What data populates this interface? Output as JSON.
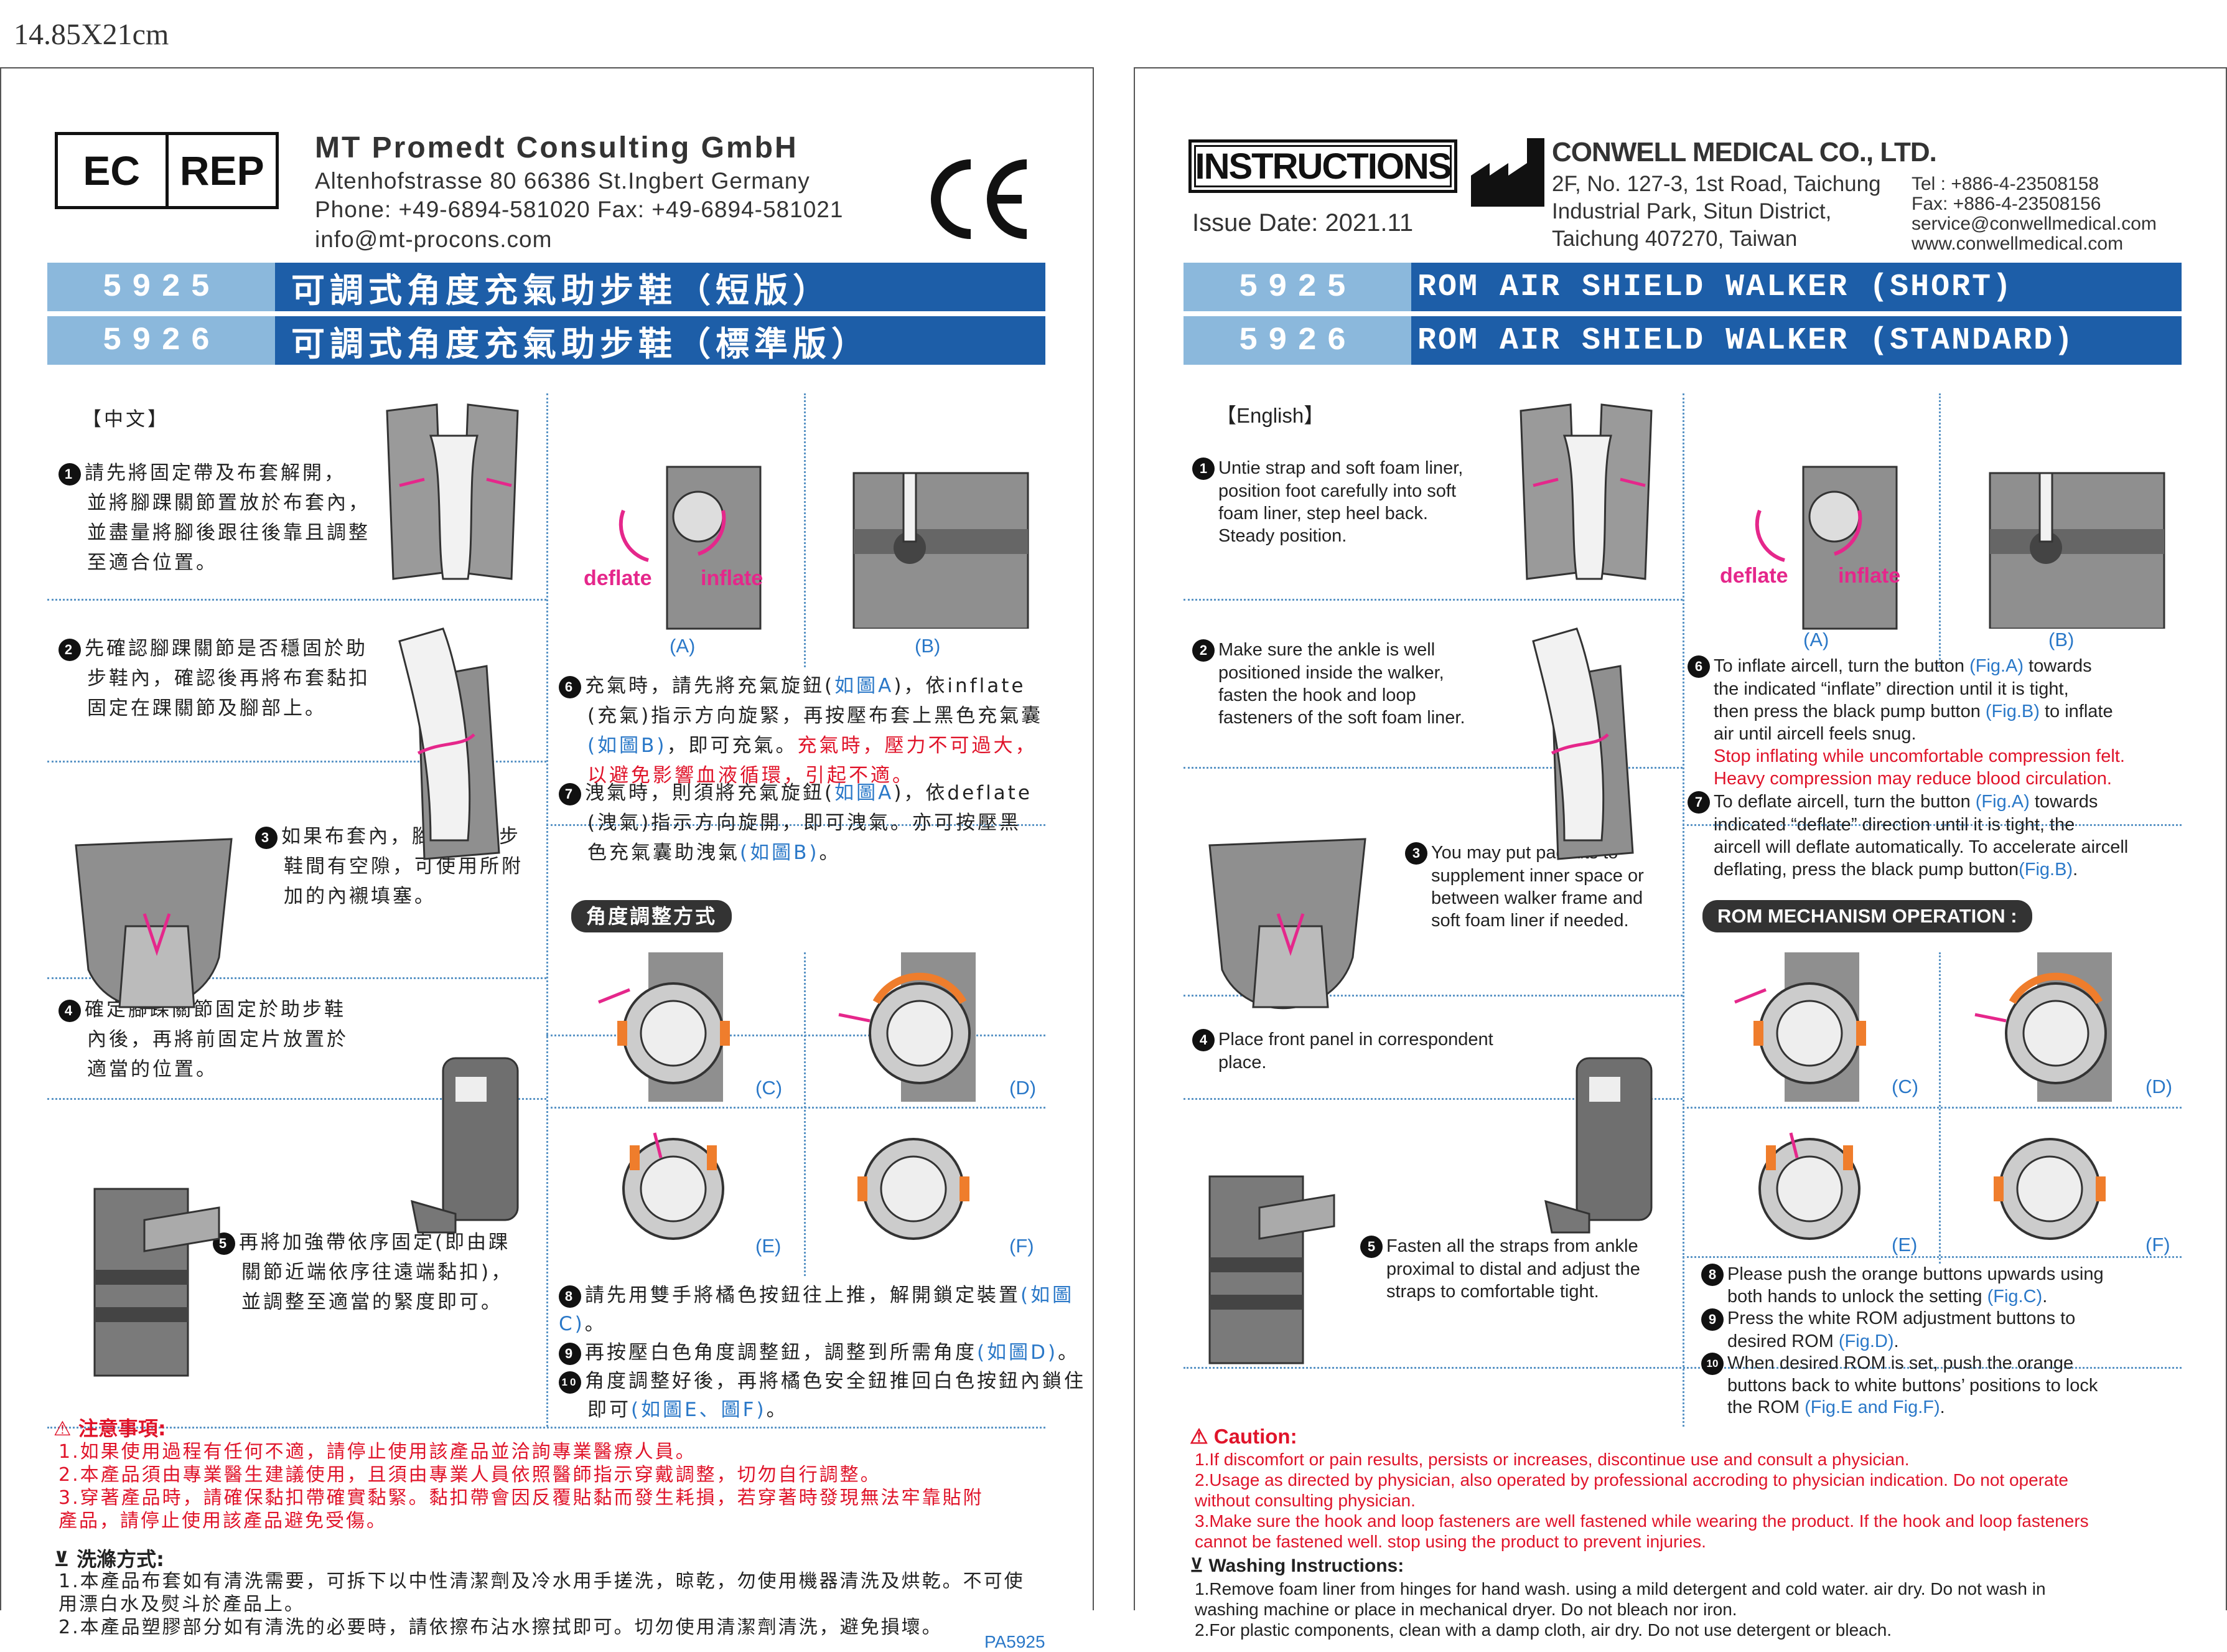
{
  "page_size_label": "14.85X21cm",
  "left": {
    "ec": "EC",
    "rep": "REP",
    "company": "MT Promedt Consulting GmbH",
    "address": "Altenhofstrasse 80 66386 St.Ingbert Germany",
    "phone": "Phone: +49-6894-581020  Fax: +49-6894-581021",
    "email": "info@mt-procons.com",
    "ce": "CE",
    "bar1_code": "5925",
    "bar1_name": "可調式角度充氣助步鞋（短版）",
    "bar2_code": "5926",
    "bar2_name": "可調式角度充氣助步鞋（標準版）",
    "lang": "【中文】",
    "step1": [
      "請先將固定帶及布套解開，",
      "並將腳踝關節置放於布套內，",
      "並盡量將腳後跟往後靠且調整",
      "至適合位置。"
    ],
    "step2": [
      "先確認腳踝關節是否穩固於助",
      "步鞋內，確認後再將布套黏扣",
      "固定在踝關節及腳部上。"
    ],
    "step3": [
      "如果布套內，腳踝與助步",
      "鞋間有空隙，可使用所附",
      "加的內襯填塞。"
    ],
    "step4": [
      "確定腳踝關節固定於助步鞋",
      "內後，再將前固定片放置於",
      "適當的位置。"
    ],
    "step5": [
      "再將加強帶依序固定(即由踝",
      "關節近端依序往遠端黏扣)，",
      "並調整至適當的緊度即可。"
    ],
    "deflate": "deflate",
    "inflate": "inflate",
    "figA": "(A)",
    "figB": "(B)",
    "figC": "(C)",
    "figD": "(D)",
    "figE": "(E)",
    "figF": "(F)",
    "step6_a": "充氣時，請先將充氣旋鈕(",
    "step6_b": "如圖A",
    "step6_c": ")，依inflate",
    "step6_d": "(充氣)指示方向旋緊，再按壓布套上黑色充氣囊",
    "step6_e": "(如圖B)",
    "step6_f": "，即可充氣。",
    "step6_g": "充氣時，壓力不可過大，",
    "step6_h": "以避免影響血液循環，引起不適。",
    "step7_a": "洩氣時，則須將充氣旋鈕(",
    "step7_b": "如圖A",
    "step7_c": ")，依deflate",
    "step7_d": "(洩氣)指示方向旋開，即可洩氣。亦可按壓黑",
    "step7_e": "色充氣囊助洩氣",
    "step7_f": "(如圖B)",
    "step7_g": "。",
    "rom_tag": "角度調整方式",
    "step8_a": "請先用雙手將橘色按鈕往上推，解開鎖定裝置",
    "step8_b": "(如圖C)",
    "step8_c": "。",
    "step9_a": "再按壓白色角度調整鈕，調整到所需角度",
    "step9_b": "(如圖D)",
    "step9_c": "。",
    "step10_a": "角度調整好後，再將橘色安全鈕推回白色按鈕內鎖住",
    "step10_b": "即可",
    "step10_c": "(如圖E、圖F)",
    "step10_d": "。",
    "caution_title": "注意事項:",
    "caution": [
      "1.如果使用過程有任何不適，請停止使用該產品並洽詢專業醫療人員。",
      "2.本產品須由專業醫生建議使用，且須由專業人員依照醫師指示穿戴調整，切勿自行調整。",
      "3.穿著產品時，請確保黏扣帶確實黏緊。黏扣帶會因反覆貼黏而發生耗損，若穿著時發現無法牢靠貼附",
      "   產品，請停止使用該產品避免受傷。"
    ],
    "wash_title": "洗滌方式:",
    "wash": [
      "1.本產品布套如有清洗需要，可拆下以中性清潔劑及冷水用手搓洗，晾乾，勿使用機器清洗及烘乾。不可使",
      "   用漂白水及熨斗於產品上。",
      "2.本產品塑膠部分如有清洗的必要時，請依擦布沾水擦拭即可。切勿使用清潔劑清洗，避免損壞。"
    ],
    "code": "PA5925"
  },
  "right": {
    "instructions": "INSTRUCTIONS",
    "issue": "Issue Date: 2021.11",
    "company": "CONWELL MEDICAL CO., LTD.",
    "addr1": "2F, No. 127-3, 1st Road, Taichung",
    "addr2": "Industrial Park, Situn District,",
    "addr3": "Taichung 407270, Taiwan",
    "tel": "Tel : +886-4-23508158",
    "fax": "Fax: +886-4-23508156",
    "email": "service@conwellmedical.com",
    "web": "www.conwellmedical.com",
    "bar1_code": "5925",
    "bar1_name": "ROM AIR SHIELD WALKER (SHORT)",
    "bar2_code": "5926",
    "bar2_name": "ROM AIR SHIELD WALKER (STANDARD)",
    "lang": "【English】",
    "step1": [
      "Untie strap and soft foam liner,",
      "position foot carefully into soft",
      "foam liner, step heel back.",
      "Steady position."
    ],
    "step2": [
      "Make sure the ankle is well",
      "positioned inside the walker,",
      "fasten the hook and loop",
      "fasteners of the soft foam liner."
    ],
    "step3": [
      "You may put pad kits to",
      "supplement inner space or",
      "between walker frame and",
      "soft foam liner if needed."
    ],
    "step4": [
      "Place front panel in correspondent",
      "place."
    ],
    "step5": [
      "Fasten all the straps from ankle",
      "proximal to distal and adjust the",
      "straps to comfortable tight."
    ],
    "deflate": "deflate",
    "inflate": "inflate",
    "figA": "(A)",
    "figB": "(B)",
    "figC": "(C)",
    "figD": "(D)",
    "figE": "(E)",
    "figF": "(F)",
    "step6_1a": "To inflate aircell, turn the button ",
    "step6_1b": "(Fig.A)",
    "step6_1c": " towards",
    "step6_2": "the indicated “inflate” direction until it is tight,",
    "step6_3a": "then press the black pump button ",
    "step6_3b": "(Fig.B)",
    "step6_3c": " to inflate",
    "step6_4": "air until aircell feels snug.",
    "step6_5": "Stop inflating while uncomfortable compression felt.",
    "step6_6": "Heavy compression may reduce blood circulation.",
    "step7_1a": "To deflate aircell, turn the button ",
    "step7_1b": "(Fig.A)",
    "step7_1c": " towards",
    "step7_2": "indicated “deflate” direction until it is tight, the",
    "step7_3": "aircell will deflate automatically. To accelerate aircell",
    "step7_4a": "deflating, press the black pump button",
    "step7_4b": "(Fig.B)",
    "step7_4c": ".",
    "rom_tag": "ROM MECHANISM OPERATION :",
    "step8_1": "Please push the orange buttons upwards using",
    "step8_2a": "both hands to unlock the setting ",
    "step8_2b": "(Fig.C)",
    "step8_2c": ".",
    "step9_1": "Press the white ROM adjustment buttons to",
    "step9_2a": "desired ROM ",
    "step9_2b": "(Fig.D)",
    "step9_2c": ".",
    "step10_1": "When desired ROM is set, push the orange",
    "step10_2": "buttons back to white buttons’ positions to lock",
    "step10_3a": "the ROM ",
    "step10_3b": "(Fig.E and Fig.F)",
    "step10_3c": ".",
    "caution_title": "Caution:",
    "caution": [
      "1.If discomfort or pain results, persists or increases, discontinue use and consult a physician.",
      "2.Usage as directed by physician, also operated by professional accroding to physician indication. Do not operate",
      "   without consulting physician.",
      "3.Make sure the hook and loop fasteners are well fastened while wearing the product. If the hook and loop fasteners",
      "   cannot be fastened well. stop using the product to prevent injuries."
    ],
    "wash_title": "Washing Instructions:",
    "wash": [
      "1.Remove foam liner from hinges for hand wash. using a mild detergent and cold water. air dry. Do not wash in",
      "   washing machine or place in mechanical dryer. Do not bleach nor iron.",
      "2.For plastic components, clean with a damp cloth, air dry. Do not use detergent or bleach."
    ]
  }
}
